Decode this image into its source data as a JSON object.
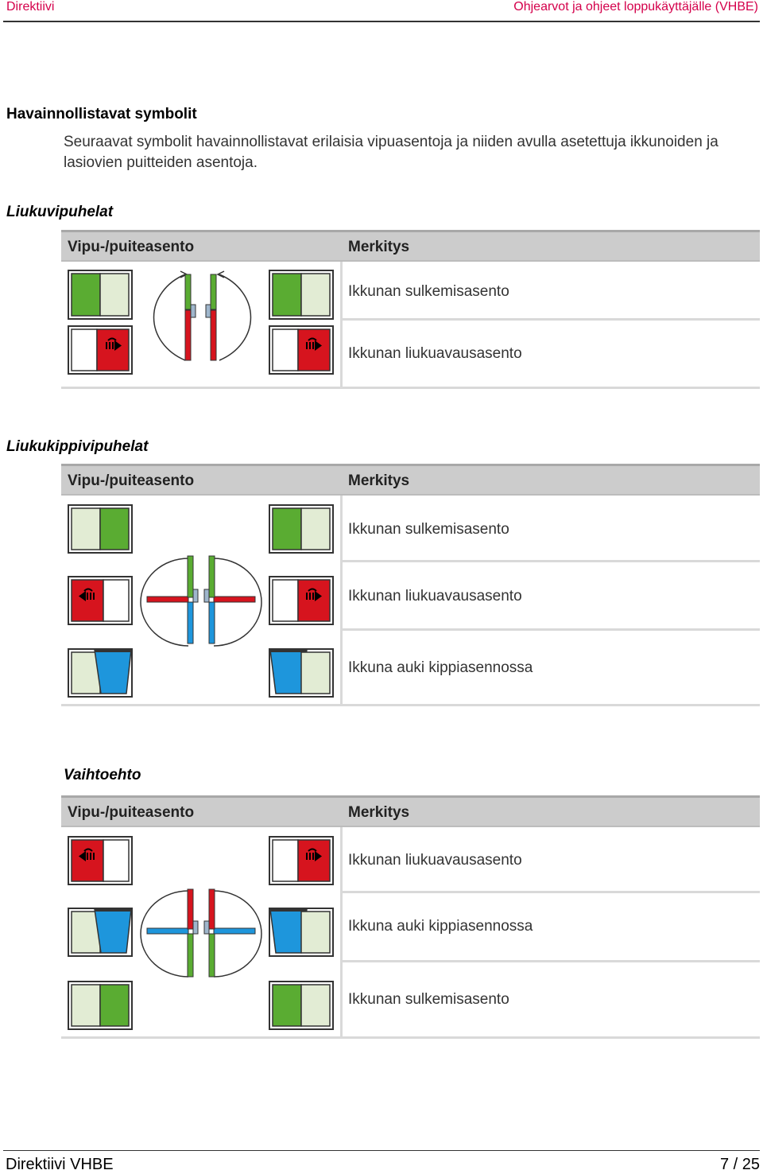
{
  "header": {
    "left": "Direktiivi",
    "right": "Ohjearvot ja ohjeet loppukäyttäjälle (VHBE)"
  },
  "footer": {
    "left": "Direktiivi VHBE",
    "right": "7 / 25"
  },
  "main_heading": "Havainnollistavat symbolit",
  "intro": "Seuraavat symbolit havainnollistavat erilaisia vipuasentoja ja niiden avulla asetettuja ikkunoiden ja lasiovien puitteiden asentoja.",
  "sections": [
    {
      "title": "Liukuvipuhelat",
      "col_position": "Vipu-/puiteasento",
      "col_meaning": "Merkitys",
      "rows": [
        "Ikkunan sulkemisasento",
        "Ikkunan liukuavausasento"
      ]
    },
    {
      "title": "Liukukippivipuhelat",
      "col_position": "Vipu-/puiteasento",
      "col_meaning": "Merkitys",
      "rows": [
        "Ikkunan sulkemisasento",
        "Ikkunan liukuavausasento",
        "Ikkuna auki kippiasennossa"
      ]
    },
    {
      "title": "Vaihtoehto",
      "col_position": "Vipu-/puiteasento",
      "col_meaning": "Merkitys",
      "rows": [
        "Ikkunan liukuavausasento",
        "Ikkuna auki kippiasennossa",
        "Ikkunan sulkemisasento"
      ]
    }
  ],
  "colors": {
    "closed": "#5aac32",
    "sliding": "#d6141e",
    "tilt": "#1e96dc",
    "pane": "#e2ecd4",
    "header_fill": "#cccccc"
  },
  "icons": [
    "window-closed-icon",
    "window-sliding-icon",
    "window-tilt-icon",
    "lever-rotation-icon"
  ]
}
